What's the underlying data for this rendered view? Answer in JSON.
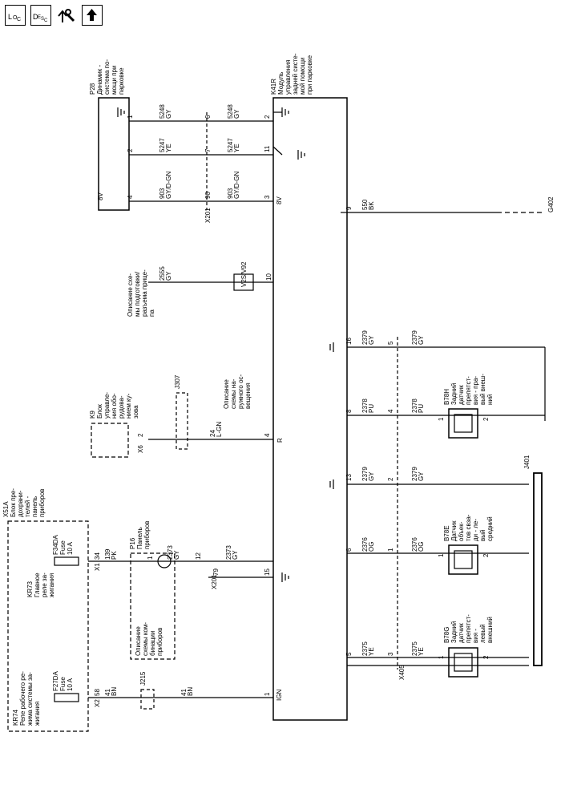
{
  "header_icons": [
    {
      "name": "loc-icon",
      "label_a": "L",
      "label_b": "O",
      "label_c": "C"
    },
    {
      "name": "desc-icon",
      "label_a": "D",
      "label_b": "E",
      "label_c": "S",
      "label_d": "C"
    },
    {
      "name": "signal-tool-icon"
    },
    {
      "name": "up-arrow-icon"
    }
  ],
  "components": {
    "p28": [
      "P28",
      "Динамик -",
      "система по-",
      "мощи при",
      "парковке"
    ],
    "k41r": [
      "K41R",
      "Модуль",
      "управления",
      "задней систе-",
      "мой помощи",
      "при парковке"
    ],
    "x51a": [
      "X51A",
      "Блок пре-",
      "дохрани-",
      "телей -",
      "панель",
      "приборов"
    ],
    "kr73": [
      "KR73",
      "Главное",
      "реле за-",
      "жигания"
    ],
    "kr74": [
      "KR74",
      "Реле рабочего ре-",
      "жима системы за-",
      "жигания"
    ],
    "f34da": [
      "F34DA",
      "Fuse",
      "10 A"
    ],
    "f27da": [
      "F27DA",
      "Fuse",
      "10 A"
    ],
    "p16": [
      "P16",
      "Панель",
      "приборов"
    ],
    "p16_ref": [
      "Описание",
      "схемы ком-",
      "бинации",
      "приборов"
    ],
    "k9": [
      "K9",
      "Блок",
      "управле-",
      "ния обо-",
      "рудова-",
      "нием ку-",
      "зова"
    ],
    "j307_ref": [
      "Описание",
      "схемы на-",
      "ружного ос-",
      "вещения"
    ],
    "trailer_ref": [
      "Описание схе-",
      "мы подготовки/",
      "разъема прице-",
      "па"
    ],
    "b78h": [
      "B78H",
      "Задний",
      "датчик",
      "препятст-",
      "вия - пра-",
      "вый внеш-",
      "ний"
    ],
    "b78e": [
      "B78E",
      "Датчик",
      "объек-",
      "тов свза-",
      "ди - ле-",
      "вый",
      "средний"
    ],
    "b78g": [
      "B78G",
      "Задний",
      "датчик",
      "препятст-",
      "вия -",
      "левый",
      "внешний"
    ]
  },
  "labels": {
    "x201": "X201",
    "x6": "X6",
    "x1": "X1",
    "x2": "X2",
    "x405": "X405",
    "j307": "J307",
    "j215": "J215",
    "j401": "J401",
    "g402": "G402",
    "v2s": "V2S/V92",
    "ign": "IGN",
    "r": "R",
    "8v": "8V"
  },
  "wires": [
    {
      "circuit": "5248",
      "color": "GY"
    },
    {
      "circuit": "5247",
      "color": "YE"
    },
    {
      "circuit": "903",
      "color": "GY/D-GN"
    },
    {
      "circuit": "550",
      "color": "BK"
    },
    {
      "circuit": "2555",
      "color": "GY"
    },
    {
      "circuit": "2379",
      "color": "GY"
    },
    {
      "circuit": "2378",
      "color": "PU"
    },
    {
      "circuit": "24",
      "color": "L-GN"
    },
    {
      "circuit": "2376",
      "color": "OG"
    },
    {
      "circuit": "2375",
      "color": "YE"
    },
    {
      "circuit": "2373",
      "color": "GY"
    },
    {
      "circuit": "139",
      "color": "PK"
    },
    {
      "circuit": "41",
      "color": "BN"
    }
  ],
  "pins": {
    "p28": [
      "1",
      "2",
      "4"
    ],
    "x201_top": [
      "6",
      "7",
      "90"
    ],
    "k41r_top": [
      "2",
      "11",
      "3"
    ],
    "k41r_right": [
      "9",
      "10",
      "16",
      "8",
      "13",
      "6",
      "5"
    ],
    "k41r_left": [
      "4",
      "15",
      "1"
    ],
    "sensor_pins": [
      "5",
      "4",
      "2",
      "1",
      "3"
    ],
    "sensor_conn": [
      "1",
      "2"
    ],
    "misc": [
      "79",
      "12",
      "2",
      "34",
      "58",
      "1"
    ]
  }
}
